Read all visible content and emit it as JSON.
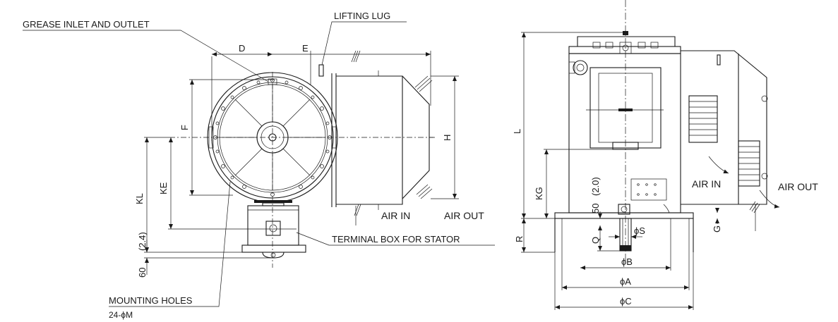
{
  "callouts": {
    "grease": "GREASE INLET AND OUTLET",
    "lifting_lug": "LIFTING LUG",
    "terminal_box": "TERMINAL BOX FOR STATOR",
    "mounting_holes": "MOUNTING HOLES",
    "mounting_holes_spec": "24-ϕM"
  },
  "front_view": {
    "dim_D": "D",
    "dim_E": "E",
    "dim_F": "F",
    "dim_H": "H",
    "dim_KE": "KE",
    "dim_KL": "KL",
    "dim_24": "(2.4)",
    "dim_60": "60",
    "air_in": "AIR IN",
    "air_out": "AIR OUT"
  },
  "side_view": {
    "dim_L": "L",
    "dim_KG": "KG",
    "dim_20": "(2.0)",
    "dim_50": "50",
    "dim_R": "R",
    "dim_Q": "Q",
    "dim_G": "G",
    "dim_S": "ϕS",
    "dim_B": "ϕB",
    "dim_A": "ϕA",
    "dim_C": "ϕC",
    "air_in": "AIR IN",
    "air_out": "AIR OUT"
  }
}
